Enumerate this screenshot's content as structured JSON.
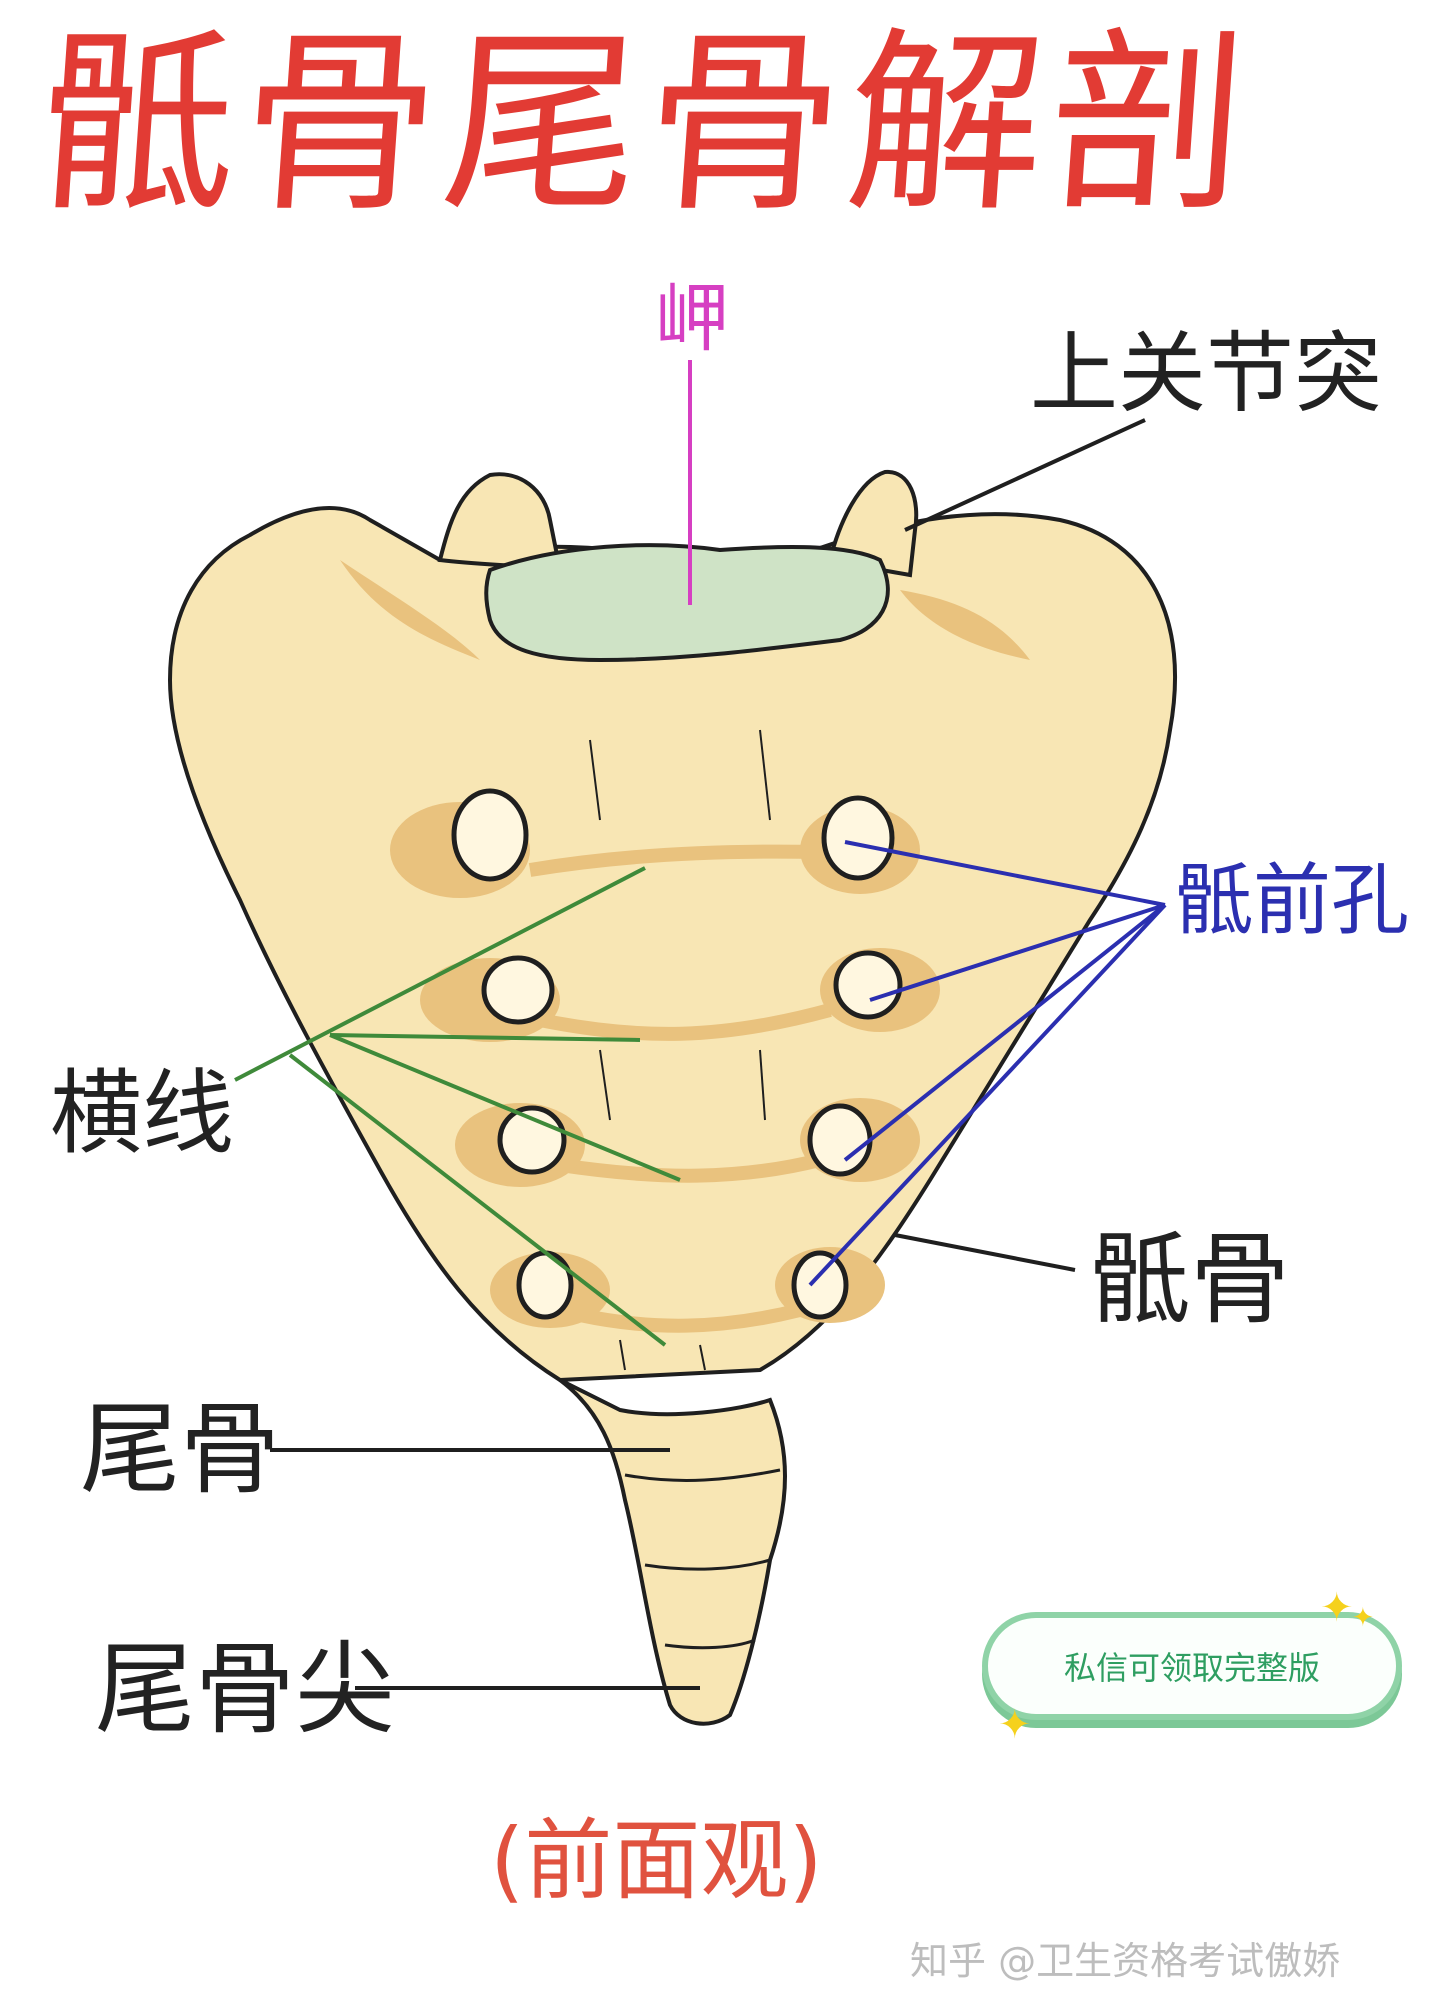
{
  "title": "骶骨尾骨解剖",
  "labels": {
    "promontory": "岬",
    "superior_articular_process": "上关节突",
    "anterior_sacral_foramina": "骶前孔",
    "transverse_lines": "横线",
    "sacrum": "骶骨",
    "coccyx": "尾骨",
    "coccyx_tip": "尾骨尖"
  },
  "subtitle": "(前面观)",
  "promo_badge": "私信可领取完整版",
  "footer_watermark": "知乎 @卫生资格考试傲娇",
  "colors": {
    "title": "#e23b34",
    "bone_fill": "#f8e6b4",
    "bone_shade": "#e9c27e",
    "disc": "#cfe3c6",
    "promontory_line": "#d63fc2",
    "foramina_line": "#2b2fb0",
    "transverse_line": "#3f8a3a",
    "promo_border": "#8fd3a7",
    "promo_text": "#2e9e61"
  }
}
